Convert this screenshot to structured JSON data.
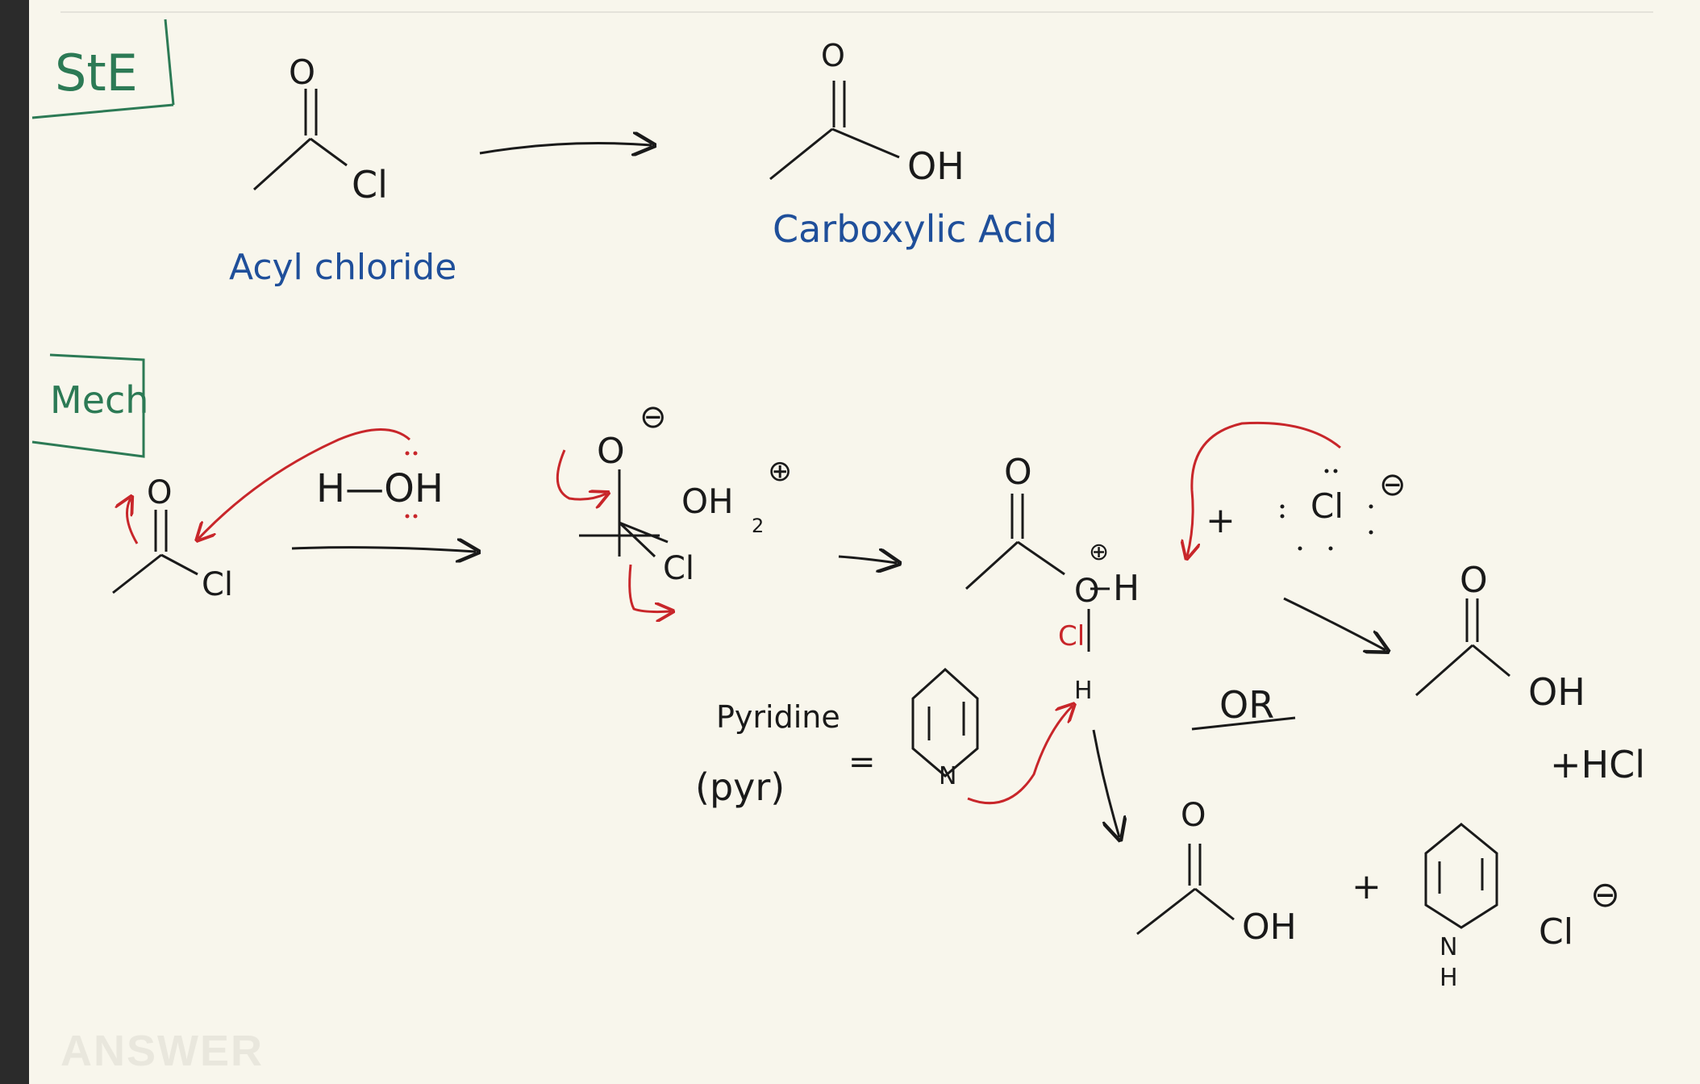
{
  "colors": {
    "background": "#f8f6ec",
    "ink": "#1a1a1a",
    "label_blue": "#1f4f9a",
    "box_green": "#2c7a55",
    "arrow_red": "#c8262a"
  },
  "boxes": {
    "ste": "StE",
    "mech": "Mech"
  },
  "reaction": {
    "reactant_label": "Acyl chloride",
    "product_label": "Carboxylic Acid",
    "reactant_atoms": {
      "o": "O",
      "cl": "Cl"
    },
    "product_atoms": {
      "o": "O",
      "oh": "OH"
    }
  },
  "mechanism": {
    "step1": {
      "o": "O",
      "cl": "Cl",
      "water": "H—OH"
    },
    "step2": {
      "o": "O",
      "o_charge": "⊖",
      "oh2": "OH",
      "oh2_sub": "2",
      "oh2_charge": "⊕",
      "cl": "Cl"
    },
    "step3": {
      "o": "O",
      "o2": "O",
      "o2_charge": "⊕",
      "h_right": "H",
      "h_bottom": "H",
      "cl": "Cl",
      "plus": "+",
      "chloride": "Cl",
      "chloride_charge": "⊖"
    },
    "or": "OR",
    "product_a": {
      "o": "O",
      "oh": "OH",
      "hcl": "+HCl"
    },
    "pyridine": {
      "label": "Pyridine",
      "abbr": "(pyr)",
      "eq": "=",
      "n": "N"
    },
    "product_b": {
      "o": "O",
      "oh": "OH",
      "plus": "+",
      "nh": "N",
      "h": "H",
      "cl": "Cl",
      "cl_charge": "⊖"
    }
  },
  "watermark": "ANSWER"
}
